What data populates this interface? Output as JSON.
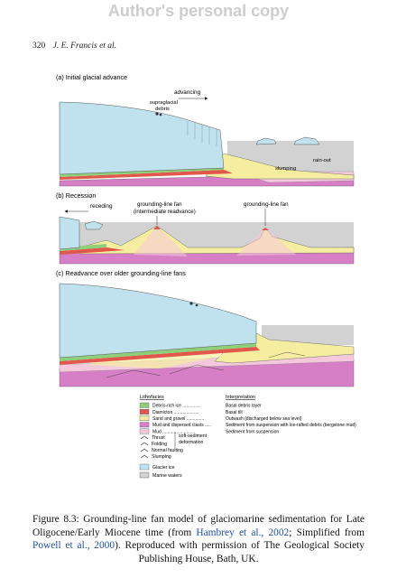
{
  "watermark": "Author's personal copy",
  "running_head": {
    "page_number": "320",
    "authors": "J. E. Francis et al."
  },
  "figure": {
    "panel_a": {
      "title": "(a) Initial glacial advance",
      "label_advancing": "advancing",
      "label_supraglacial_1": "supraglacial",
      "label_supraglacial_2": "debris",
      "label_rainout": "rain-out",
      "label_slumping": "slumping"
    },
    "panel_b": {
      "title": "(b) Recession",
      "label_receding": "receding",
      "label_glf_1": "grounding-line fan",
      "label_glf_2": "(intermediate readvance)",
      "label_glf_3": "grounding-line fan"
    },
    "panel_c": {
      "title": "(c) Readvance over older grounding-line fans"
    },
    "legend": {
      "lithofacies_heading": "Lithofacies",
      "interpretation_heading": "Interpretation",
      "rows": [
        {
          "facies": "Debris-rich ice ..............",
          "interp": "Basal debris layer",
          "color": "#8ecf7a"
        },
        {
          "facies": "Diamicton ....................",
          "interp": "Basal till",
          "color": "#e2574c"
        },
        {
          "facies": "Sand and gravel ..............",
          "interp": "Outwash (discharged below sea level)",
          "color": "#f5eda0"
        },
        {
          "facies": "Mud and dispersed clasts .....",
          "interp": "Sediment from suspension with ice-rafted debris (bergstone mud)",
          "color": "#d77fc6"
        },
        {
          "facies": "Mud ..........................",
          "interp": "Sediment from suspension",
          "color": "#f4c9dc"
        }
      ],
      "symbols": [
        {
          "label": "Thrust",
          "icon": "thrust-icon"
        },
        {
          "label": "Folding",
          "icon": "folding-icon"
        },
        {
          "label": "Normal faulting",
          "icon": "normal-faulting-icon"
        },
        {
          "label": "Slumping",
          "icon": "slumping-icon"
        }
      ],
      "soft_sediment_1": "soft-sediment",
      "soft_sediment_2": "deformation",
      "glacier_ice": {
        "label": "Glacier ice",
        "color": "#bfe2ee"
      },
      "marine_waters": {
        "label": "Marine waters",
        "color": "#d2d2d2"
      }
    }
  },
  "caption": {
    "part1": "Figure 8.3: Grounding-line fan model of glaciomarine sedimentation for Late Oligocene/Early Miocene time (from ",
    "ref1": "Hambrey et al., 2002",
    "part2": "; Simplified from ",
    "ref2": "Powell et al., 2000",
    "part3": "). Reproduced with permission of The Geological Society Publishing House, Bath, UK."
  }
}
